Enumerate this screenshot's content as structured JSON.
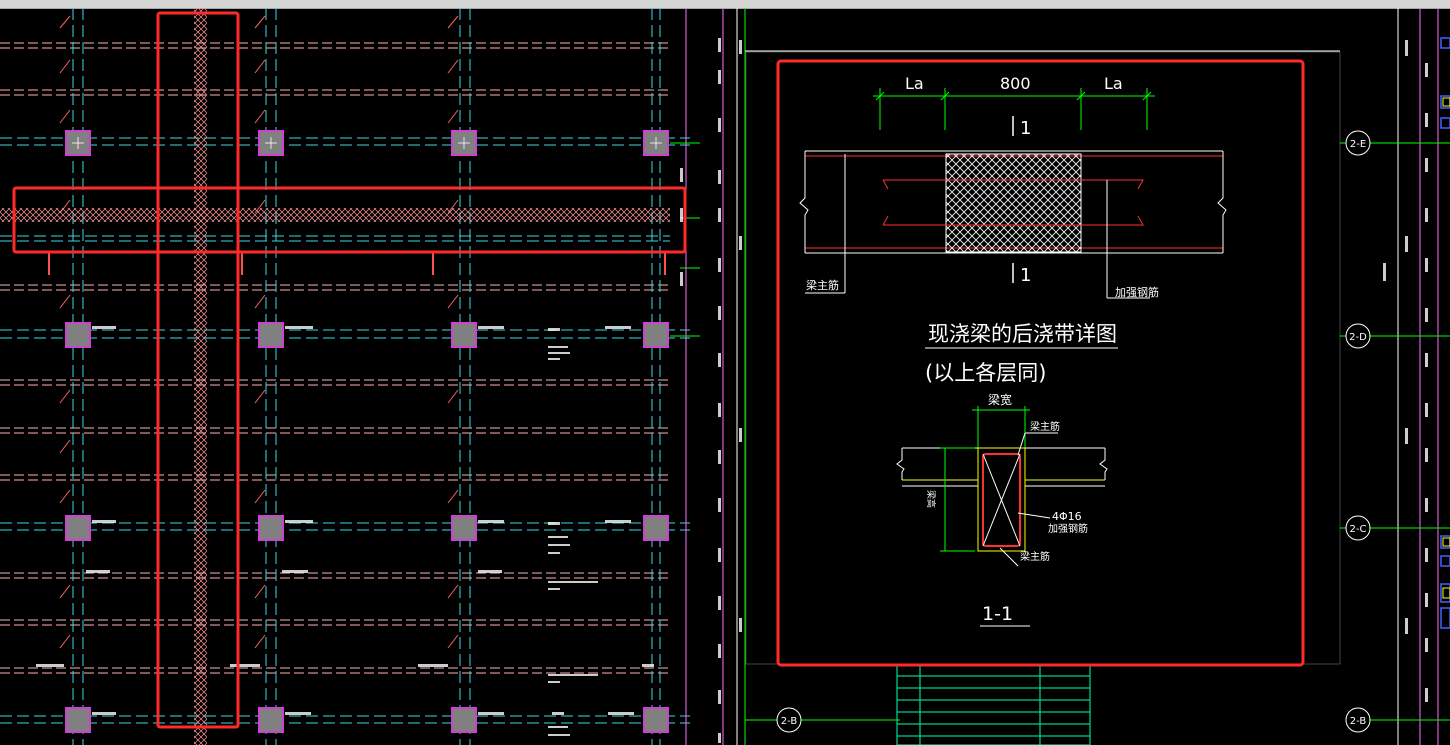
{
  "detail": {
    "dim_left": "La",
    "dim_mid": "800",
    "dim_right": "La",
    "section_mark_top": "1",
    "section_mark_bottom": "1",
    "label_main_bar": "梁主筋",
    "label_add_bar": "加强钢筋",
    "title_line1": "现浇梁的后浇带详图",
    "title_line2": "(以上各层同)",
    "section": {
      "beam_width": "梁宽",
      "top_bar": "梁主筋",
      "rebar_callout": "4Φ16",
      "rebar_desc": "加强钢筋",
      "bottom_bar": "梁主筋",
      "beam_height": "梁高",
      "label": "1-1"
    }
  },
  "axes": {
    "e": "2-E",
    "d": "2-D",
    "c": "2-C",
    "b_left": "2-B",
    "b_right": "2-B"
  },
  "colors": {
    "background": "#000000",
    "highlight": "#ff2a2a",
    "grid_cyan": "#3ad8e8",
    "beam_pink": "#ffb0b0",
    "column_fill": "#888888",
    "column_border": "#d040d0",
    "dim_green": "#00ff00",
    "yellow": "#ffff00"
  }
}
